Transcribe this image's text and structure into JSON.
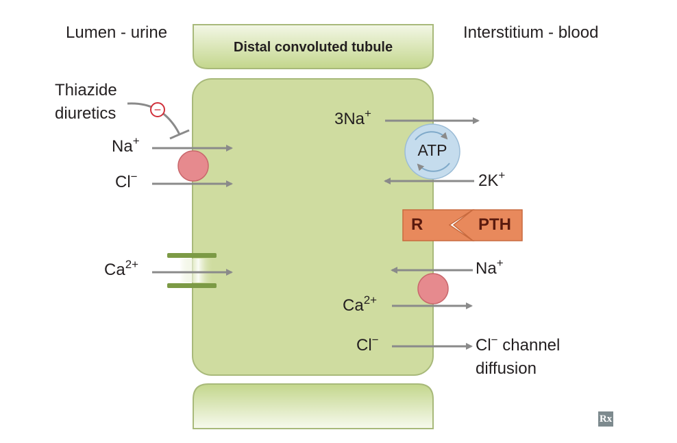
{
  "labels": {
    "lumen": "Lumen - urine",
    "interstitium": "Interstitium - blood",
    "tubule": "Distal convoluted tubule",
    "thiazide_line1": "Thiazide",
    "thiazide_line2": "diuretics",
    "na_left": "Na",
    "na_left_sup": "+",
    "cl_left": "Cl",
    "cl_left_sup": "−",
    "ca_left": "Ca",
    "ca_left_sup": "2+",
    "na3": "3Na",
    "na3_sup": "+",
    "atp": "ATP",
    "k2": "2K",
    "k2_sup": "+",
    "receptor": "R",
    "pth": "PTH",
    "na_right": "Na",
    "na_right_sup": "+",
    "ca_right": "Ca",
    "ca_right_sup": "2+",
    "cl_right": "Cl",
    "cl_right_sup": "−",
    "cl_channel_line1": "Cl",
    "cl_channel_sup": "−",
    "cl_channel_line1_rest": " channel",
    "cl_channel_line2": "diffusion",
    "inhibit_symbol": "−",
    "logo": "Rx"
  },
  "colors": {
    "cell_fill": "#cfdca0",
    "cell_stroke": "#a8b97a",
    "tubule_top": "#c6d88e",
    "arrow": "#8a8a8a",
    "transporter": "#e68a8e",
    "atp_fill": "#c5dced",
    "atp_stroke": "#7fa9c9",
    "channel": "#7c9a45",
    "pth_box": "#e8895c",
    "inhibit": "#d12f3a"
  }
}
